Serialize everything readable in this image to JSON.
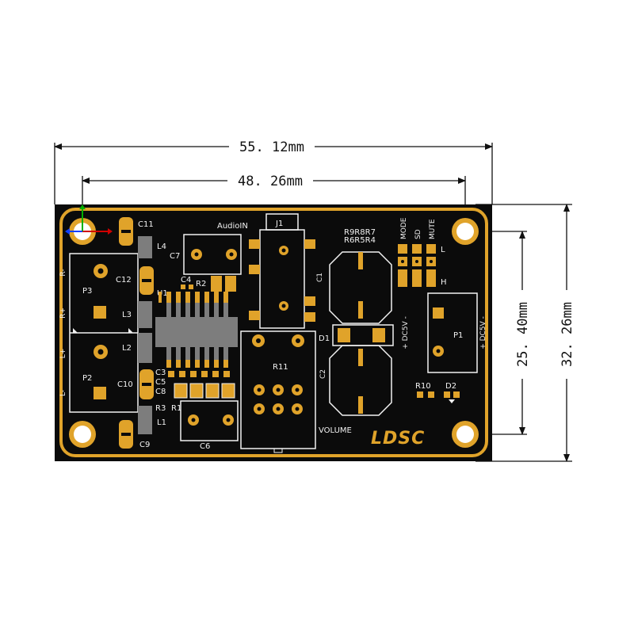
{
  "dimensions": {
    "overall_width": "55. 12mm",
    "hole_spacing_x": "48. 26mm",
    "hole_spacing_y": "25. 40mm",
    "overall_height": "32. 26mm"
  },
  "labels": {
    "c11": "C11",
    "l4": "L4",
    "audio_in": "AudioIN",
    "j1": "J1",
    "r_top": "R9R8R7",
    "r_bottom": "R6R5R4",
    "mode": "MODE",
    "sd": "SD",
    "mute": "MUTE",
    "l": "L",
    "h": "H",
    "c7": "C7",
    "c4": "C4",
    "r2": "R2",
    "c12": "C12",
    "u1": "U1",
    "c1": "C1",
    "p3": "P3",
    "l3": "L3",
    "l2": "L2",
    "p2": "P2",
    "c10": "C10",
    "c3": "C3",
    "c5": "C5",
    "c8": "C8",
    "r3": "R3",
    "r1": "R1",
    "l1": "L1",
    "c9": "C9",
    "c6": "C6",
    "r11": "R11",
    "d1": "D1",
    "c2": "C2",
    "volume": "VOLUME",
    "logo": "LDSC",
    "p1": "P1",
    "dc5v_left": "+ DC5V -",
    "dc5v_right": "+ DC5V -",
    "r10": "R10",
    "d2": "D2",
    "r_minus_top": "R-",
    "r_plus": "R+",
    "l_plus": "L+",
    "l_minus": "L-"
  },
  "colors": {
    "board": "#0b0b0b",
    "copper": "#e0a32a",
    "silkscreen": "#f2f2f2",
    "component": "#7d7d7d",
    "dimension": "#111111"
  }
}
